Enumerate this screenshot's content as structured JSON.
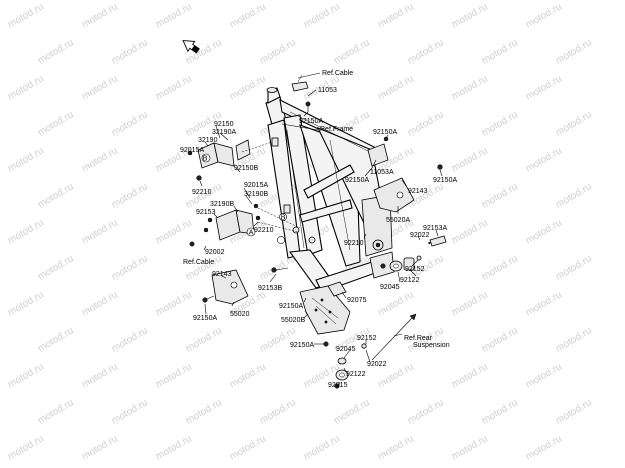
{
  "watermark": "motod.ru",
  "colors": {
    "background": "#ffffff",
    "line": "#000000",
    "watermark": "#cfcfcf",
    "part_fill": "#e9e9e9"
  },
  "icons": {
    "direction_arrow": "front-arrow-icon",
    "callout_a": "circle-a-icon",
    "callout_b": "circle-b-icon"
  },
  "callouts": {
    "a": "A",
    "b": "B"
  },
  "labels": {
    "ref_cable_top": "Ref.Cable",
    "p11053": "11053",
    "p92150a_top": "92150A",
    "ref_frame": "Ref.Frame",
    "p92150a_right1": "92150A",
    "p92150_top": "92150",
    "p32190a": "32190A",
    "p32190": "32190",
    "p92015a": "92015A",
    "p92150b": "92150B",
    "p92210_left": "92210",
    "p92015a_mid": "92015A",
    "p32190b": "32190B",
    "p32190b_2": "32190B",
    "p92153_left": "92153",
    "p92210_mid": "92210",
    "p92002": "92002",
    "ref_cable_left": "Ref.Cable",
    "p11053a": "11053A",
    "p92150a_mid": "92150A",
    "p92143_right": "92143",
    "p92150a_far": "92150A",
    "p55020a": "55020A",
    "p92153a": "92153A",
    "p92022_right": "92022",
    "p92210_right": "92210",
    "p92152_right": "92152",
    "p92122_right": "92122",
    "p92045_right": "92045",
    "p92143_left": "92143",
    "p92153b": "92153B",
    "p92075": "92075",
    "p92150a_lower": "92150A",
    "p55020b": "55020B",
    "p92150a_left": "92150A",
    "p55020": "55020",
    "p92152_bottom": "92152",
    "ref_rear": "Ref.Rear",
    "suspension": "Suspension",
    "p92150a_bottom": "92150A",
    "p92045_bottom": "92045",
    "p92022_bottom": "92022",
    "p92122_bottom": "92122",
    "p92015_bottom": "92015"
  }
}
